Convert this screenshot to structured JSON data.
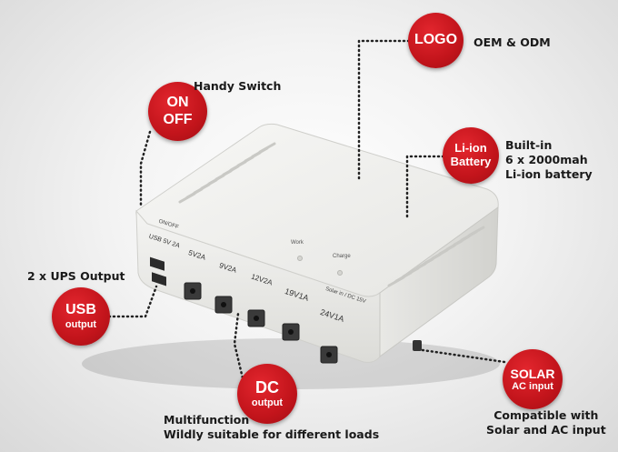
{
  "badges": {
    "logo": "LOGO",
    "onoff_on": "ON",
    "onoff_off": "OFF",
    "liion_1": "Li-ion",
    "liion_2": "Battery",
    "usb_1": "USB",
    "usb_2": "output",
    "dc_1": "DC",
    "dc_2": "output",
    "solar_1": "SOLAR",
    "solar_2": "AC input"
  },
  "captions": {
    "logo": "OEM & ODM",
    "handy": "Handy Switch",
    "battery_1": "Built-in",
    "battery_2": "6 x 2000mah",
    "battery_3": "Li-ion battery",
    "ups": "2 x UPS Output",
    "dc_1": "Multifunction",
    "dc_2": "Wildly suitable for different loads",
    "solar_1": "Compatible with",
    "solar_2": "Solar and AC input"
  },
  "device": {
    "label_onoff": "ON/OFF",
    "label_usb": "USB 5V 2A",
    "label_5v": "5V2A",
    "label_9v": "9V2A",
    "label_12v": "12V2A",
    "label_19v": "19V1A",
    "label_24v": "24V1A",
    "label_solar": "Solar in / DC 15V",
    "led_work": "Work",
    "led_charge": "Charge"
  },
  "colors": {
    "badge_red": "#c2141b",
    "device_white": "#f2f2f0"
  }
}
